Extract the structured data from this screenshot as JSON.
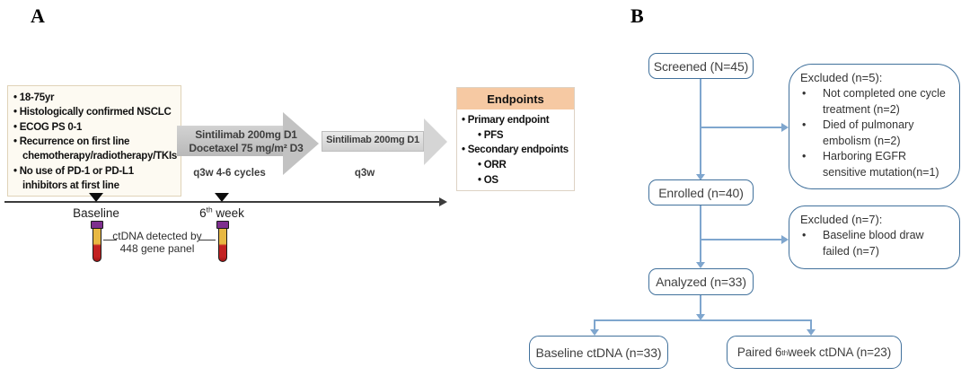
{
  "panel_a": {
    "label": "A",
    "eligibility": {
      "items": [
        "18-75yr",
        "Histologically confirmed NSCLC",
        "ECOG PS 0-1",
        "Recurrence on first line chemotherapy/radiotherapy/TKIs",
        "No use of PD-1 or PD-L1 inhibitors at first line"
      ]
    },
    "treatment_arrow_1": {
      "line1": "Sintilimab 200mg D1",
      "line2": "Docetaxel 75 mg/m² D3",
      "schedule": "q3w 4-6 cycles"
    },
    "treatment_arrow_2": {
      "line1": "Sintilimab 200mg D1",
      "schedule": "q3w"
    },
    "endpoints": {
      "title": "Endpoints",
      "primary_label": "Primary endpoint",
      "primary_items": [
        "PFS"
      ],
      "secondary_label": "Secondary endpoints",
      "secondary_items": [
        "ORR",
        "OS"
      ]
    },
    "timeline": {
      "baseline_label": "Baseline",
      "week_label_base": "6",
      "week_label_sup": "th",
      "week_label_rest": " week",
      "note_line1": "ctDNA detected by",
      "note_line2": "448 gene panel"
    }
  },
  "panel_b": {
    "label": "B",
    "screened_label": "Screened (N=45)",
    "enrolled_label": "Enrolled (n=40)",
    "analyzed_label": "Analyzed (n=33)",
    "baseline_ctdna_label": "Baseline ctDNA (n=33)",
    "paired_pre": "Paired 6",
    "paired_sup": "th",
    "paired_post": " week ctDNA (n=23)",
    "excluded_5": {
      "title": "Excluded (n=5):",
      "items": [
        "Not completed one cycle treatment (n=2)",
        "Died of pulmonary embolism (n=2)",
        "Harboring EGFR sensitive mutation(n=1)"
      ]
    },
    "excluded_7": {
      "title": "Excluded (n=7):",
      "items": [
        "Baseline blood draw failed (n=7)"
      ]
    }
  },
  "colors": {
    "flow_border": "#41719C",
    "flow_arrow": "#7FA6CE",
    "endpoints_header_bg": "#F6C9A3",
    "arrow_gray": "#C2C2C2",
    "tube_cap": "#7E2F8E",
    "tube_plasma": "#E8B842",
    "tube_blood": "#C32222"
  }
}
